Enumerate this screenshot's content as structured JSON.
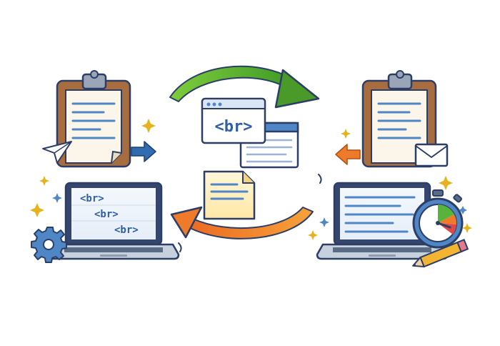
{
  "tags": {
    "left_laptop": [
      "<br>",
      "<br>",
      "<br>"
    ],
    "center_window": "<br>"
  },
  "icons": {
    "left_clipboard": "clipboard-icon",
    "right_clipboard": "clipboard-icon",
    "paper_plane": "paper-plane-icon",
    "envelope": "envelope-icon",
    "gear": "gear-icon",
    "stopwatch": "stopwatch-icon",
    "pencil": "pencil-icon",
    "document": "document-icon"
  },
  "colors": {
    "outline": "#2c3e66",
    "code_text": "#2f5fa8",
    "clipboard_board": "#a86d3f",
    "paper": "#fbf6e9",
    "green_arrow": "#4a9a2a",
    "orange_arrow": "#ee7a2a",
    "blue_arrow": "#2f6db0",
    "sparkle_gold": "#e8b21c",
    "sparkle_blue": "#4f86c6"
  }
}
